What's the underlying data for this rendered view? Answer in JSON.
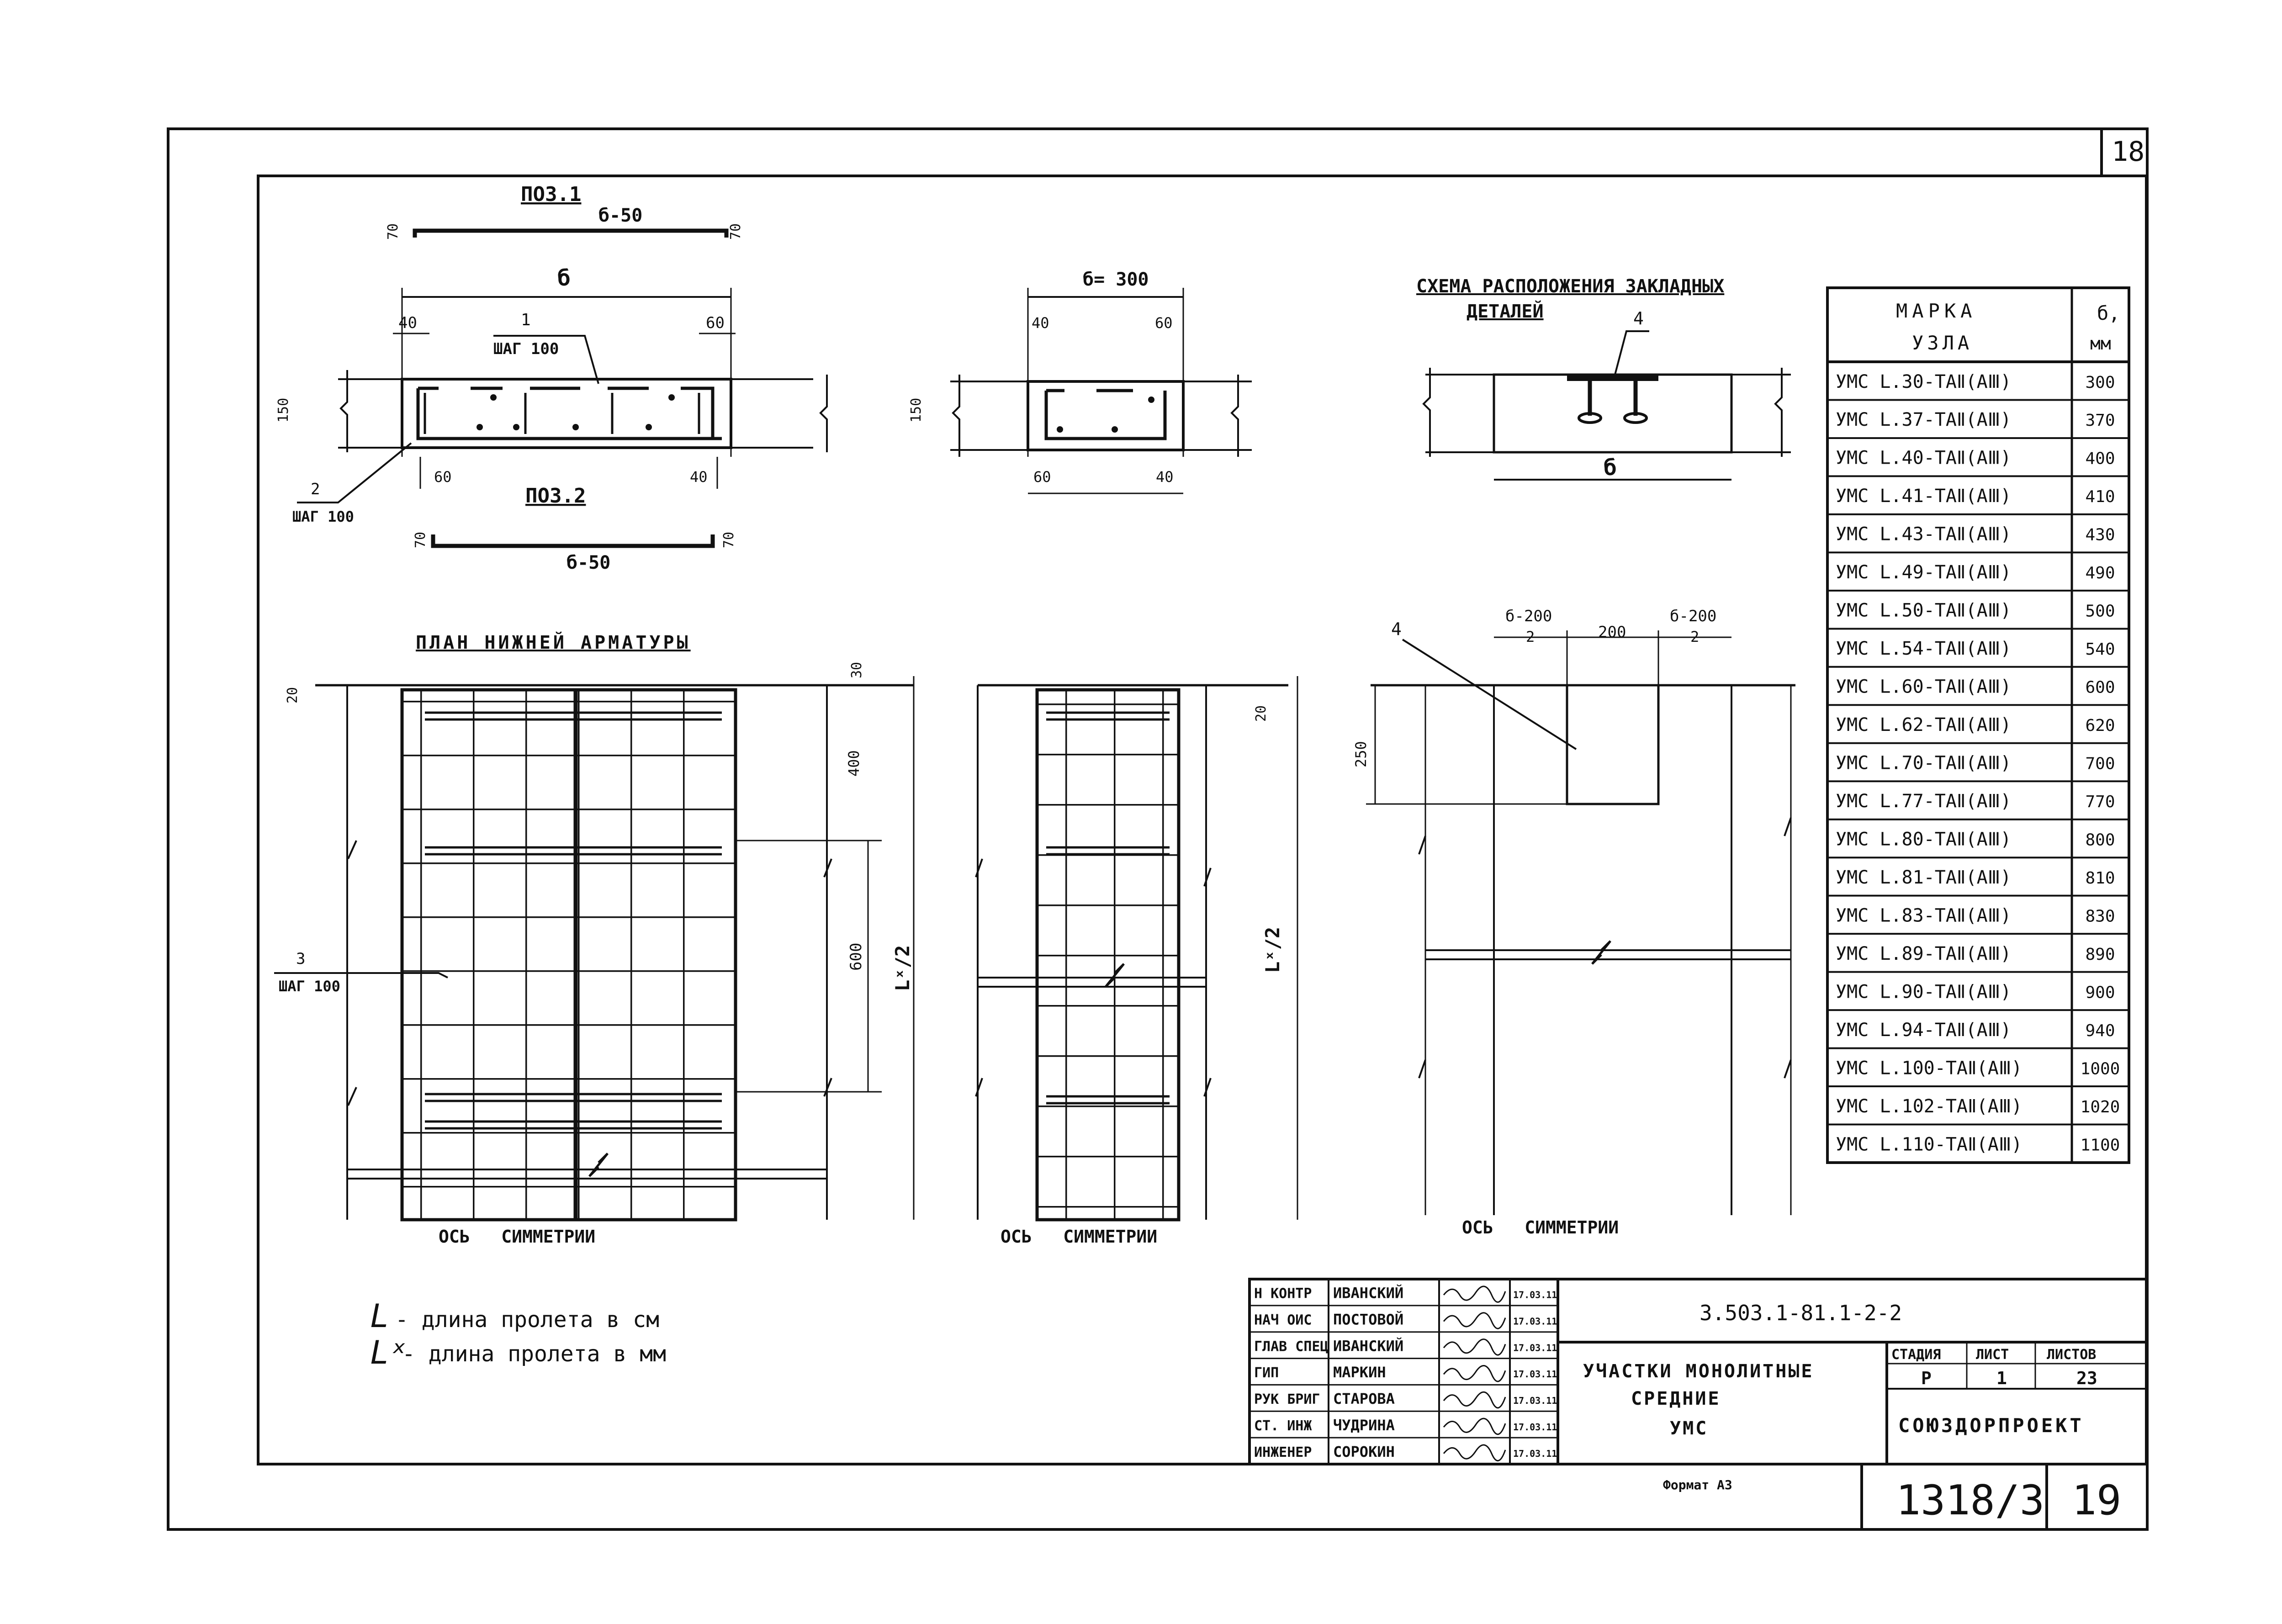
{
  "sheet_corner_number": "18",
  "sections": {
    "pos1": {
      "label": "ПОЗ.1",
      "dim_top": "б-50",
      "end_hook": "70"
    },
    "pos2": {
      "label": "ПОЗ.2",
      "dim_bottom": "б-50",
      "end_hook": "70"
    },
    "section_b": {
      "width_label": "б",
      "left_cover": "40",
      "right_cover": "60",
      "height": "150",
      "callout_1": "1",
      "callout_1_step": "ШАГ 100",
      "callout_2": "2",
      "callout_2_step": "ШАГ 100",
      "bottom_left_cover": "60",
      "bottom_right_cover": "40"
    },
    "section_300": {
      "width_label": "б= 300",
      "left_cover": "40",
      "right_cover": "60",
      "height": "150",
      "bottom_left_cover": "60",
      "bottom_right_cover": "40"
    },
    "embedded_scheme": {
      "title_line1": "СХЕМА РАСПОЛОЖЕНИЯ ЗАКЛАДНЫХ",
      "title_line2": "ДЕТАЛЕЙ",
      "callout": "4",
      "width_label": "б"
    }
  },
  "plans": {
    "lower_reinforcement": {
      "title": "ПЛАН НИЖНЕЙ АРМАТУРЫ",
      "dim_top_left": "20",
      "dim_top_right": "30",
      "dim_400": "400",
      "dim_600": "600",
      "dim_half_span": "Lˣ/2",
      "callout_3": "3",
      "callout_3_step": "ШАГ 100",
      "axis_label": "ОСЬ   СИММЕТРИИ"
    },
    "narrow": {
      "dim_top": "20",
      "dim_half_span": "Lˣ/2",
      "axis_label": "ОСЬ   СИММЕТРИИ"
    },
    "embedded_plan": {
      "callout": "4",
      "dim_left": "б-200",
      "dim_left_den": "2",
      "dim_mid": "200",
      "dim_right": "б-200",
      "dim_right_den": "2",
      "dim_height": "250",
      "axis_label": "ОСЬ   СИММЕТРИИ"
    }
  },
  "marks_table": {
    "header_mark_line1": "МАРКА",
    "header_mark_line2": "УЗЛА",
    "header_b_line1": "б,",
    "header_b_line2": "мм",
    "rows": [
      {
        "mark": "УМС L.30-TAⅡ(AⅢ)",
        "b": "300"
      },
      {
        "mark": "УМС L.37-TAⅡ(AⅢ)",
        "b": "370"
      },
      {
        "mark": "УМС L.40-TAⅡ(AⅢ)",
        "b": "400"
      },
      {
        "mark": "УМС L.41-TAⅡ(AⅢ)",
        "b": "410"
      },
      {
        "mark": "УМС L.43-TAⅡ(AⅢ)",
        "b": "430"
      },
      {
        "mark": "УМС L.49-TAⅡ(AⅢ)",
        "b": "490"
      },
      {
        "mark": "УМС L.50-TAⅡ(AⅢ)",
        "b": "500"
      },
      {
        "mark": "УМС L.54-TAⅡ(AⅢ)",
        "b": "540"
      },
      {
        "mark": "УМС L.60-TAⅡ(AⅢ)",
        "b": "600"
      },
      {
        "mark": "УМС L.62-TAⅡ(AⅢ)",
        "b": "620"
      },
      {
        "mark": "УМС L.70-TAⅡ(AⅢ)",
        "b": "700"
      },
      {
        "mark": "УМС L.77-TAⅡ(AⅢ)",
        "b": "770"
      },
      {
        "mark": "УМС L.80-TAⅡ(AⅢ)",
        "b": "800"
      },
      {
        "mark": "УМС L.81-TAⅡ(AⅢ)",
        "b": "810"
      },
      {
        "mark": "УМС L.83-TAⅡ(AⅢ)",
        "b": "830"
      },
      {
        "mark": "УМС L.89-TAⅡ(AⅢ)",
        "b": "890"
      },
      {
        "mark": "УМС L.90-TAⅡ(AⅢ)",
        "b": "900"
      },
      {
        "mark": "УМС L.94-TAⅡ(AⅢ)",
        "b": "940"
      },
      {
        "mark": "УМС L.100-TAⅡ(AⅢ)",
        "b": "1000"
      },
      {
        "mark": "УМС L.102-TAⅡ(AⅢ)",
        "b": "1020"
      },
      {
        "mark": "УМС L.110-TAⅡ(AⅢ)",
        "b": "1100"
      }
    ]
  },
  "notes": [
    {
      "symbol": "L",
      "text": "- длина пролета в см"
    },
    {
      "symbol": "Lˣ",
      "text": "- длина пролета в мм"
    }
  ],
  "title_block": {
    "doc_code": "3.503.1-81.1-2-2",
    "signatures": [
      {
        "role": "Н КОНТР",
        "name": "ИВАНСКИЙ",
        "date": "17.03.11"
      },
      {
        "role": "НАЧ ОИС",
        "name": "ПОСТОВОЙ",
        "date": "17.03.11"
      },
      {
        "role": "ГЛАВ СПЕЦ",
        "name": "ИВАНСКИЙ",
        "date": "17.03.11"
      },
      {
        "role": "ГИП",
        "name": "МАРКИН",
        "date": "17.03.11"
      },
      {
        "role": "РУК БРИГ",
        "name": "СТАРОВА",
        "date": "17.03.11"
      },
      {
        "role": "СТ. ИНЖ",
        "name": "ЧУДРИНА",
        "date": "17.03.11"
      },
      {
        "role": "ИНЖЕНЕР",
        "name": "СОРОКИН",
        "date": "17.03.11"
      }
    ],
    "title_line1": "УЧАСТКИ МОНОЛИТНЫЕ",
    "title_line2": "СРЕДНИЕ",
    "title_line3": "УМС",
    "stage_header": "СТАДИЯ",
    "sheet_header": "ЛИСТ",
    "sheets_header": "ЛИСТОВ",
    "stage": "Р",
    "sheet": "1",
    "sheets": "23",
    "organization": "СОЮЗДОРПРОЕКТ",
    "format_label": "Формат А3",
    "archive_number": "1318/3",
    "page_number": "19"
  }
}
